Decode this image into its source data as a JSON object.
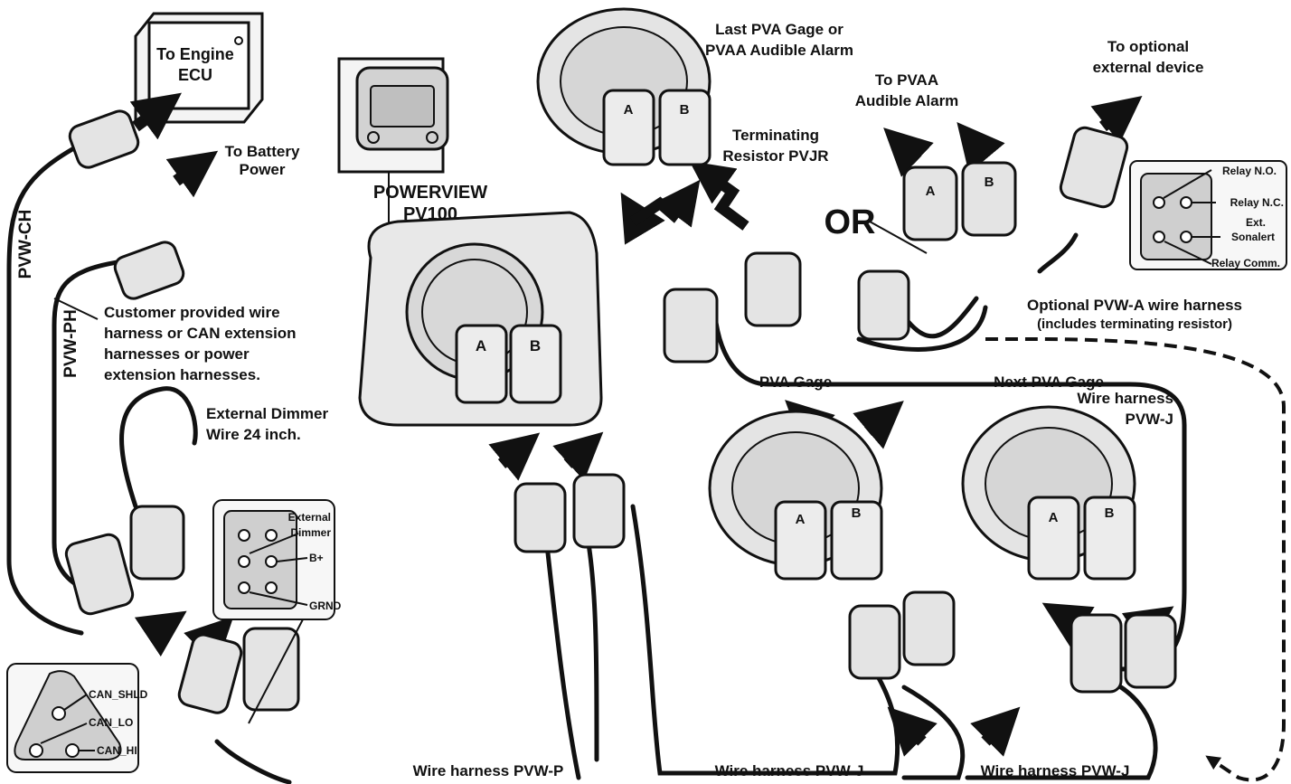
{
  "labels": {
    "to_engine_ecu_1": "To Engine",
    "to_engine_ecu_2": "ECU",
    "to_battery_1": "To Battery",
    "to_battery_2": "Power",
    "pvw_ch": "PVW-CH",
    "pvw_ph": "PVW-PH",
    "customer_1": "Customer provided wire",
    "customer_2": "harness or CAN extension",
    "customer_3": "harnesses or power",
    "customer_4": "extension harnesses.",
    "dimmer_1": "External Dimmer",
    "dimmer_2": "Wire 24 inch.",
    "powerview_1": "POWERVIEW",
    "powerview_2": "PV100",
    "last_pva_1": "Last PVA Gage or",
    "last_pva_2": "PVAA Audible Alarm",
    "term_1": "Terminating",
    "term_2": "Resistor PVJR",
    "or": "OR",
    "to_pvaa_1": "To PVAA",
    "to_pvaa_2": "Audible Alarm",
    "to_ext_1": "To optional",
    "to_ext_2": "external device",
    "optional_1": "Optional PVW-A wire harness",
    "optional_2": "(includes terminating resistor)",
    "pva_gage": "PVA Gage",
    "next_pva_gage": "Next PVA Gage",
    "wh_pvwj_right_1": "Wire harness",
    "wh_pvwj_right_2": "PVW-J",
    "wh_pvw_p": "Wire harness PVW-P",
    "wh_pvw_j_1": "Wire harness PVW-J",
    "wh_pvw_j_2": "Wire harness PVW-J",
    "port_a": "A",
    "port_b": "B"
  },
  "pinouts": {
    "power": [
      "External",
      "Dimmer",
      "B+",
      "GRND"
    ],
    "can": [
      "CAN_SHLD",
      "CAN_LO",
      "CAN_HI"
    ],
    "relay": [
      "Relay N.O.",
      "Relay N.C.",
      "Ext.",
      "Sonalert",
      "Relay Comm."
    ]
  },
  "colors": {
    "ink": "#111111",
    "panel": "#d8d8d8",
    "box": "#eeeeee"
  }
}
